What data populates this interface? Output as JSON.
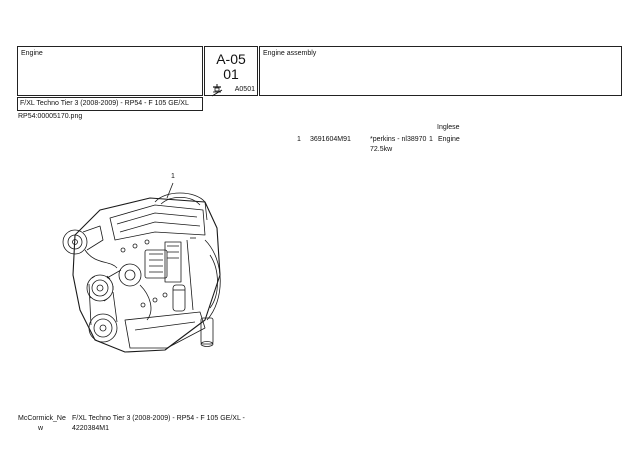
{
  "header": {
    "group_title": "Engine",
    "ref_code_line1": "A-05",
    "ref_code_line2": "01",
    "assembly_title": "Engine assembly",
    "model": "F/XL Techno Tier 3 (2008-2009) - RP54 - F 105 GE/XL",
    "plate_code": "A0501"
  },
  "image_filename": "RP54:00005170.png",
  "callout": "1",
  "parts_table": {
    "language_header": "Inglese",
    "rows": [
      {
        "pos": "1",
        "part_number": "3691604M91",
        "description_line1": "*perkins - nl38970",
        "description_line2": "72.5kw",
        "qty": "1",
        "name": "Engine"
      }
    ]
  },
  "footer": {
    "brand_line1": "McCormick_Ne",
    "brand_line2": "w",
    "model_line1": "F/XL Techno Tier 3 (2008-2009) - RP54 - F 105 GE/XL -",
    "model_line2": "4220384M1"
  }
}
